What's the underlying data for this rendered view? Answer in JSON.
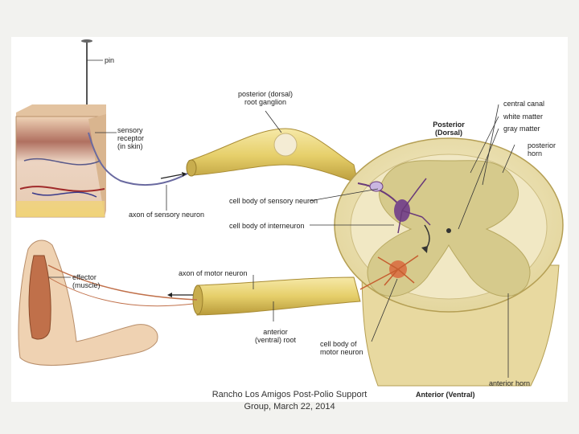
{
  "labels": {
    "pin": "pin",
    "sensory_receptor": "sensory\nreceptor\n(in skin)",
    "root_ganglion": "posterior (dorsal)\nroot ganglion",
    "axon_sensory": "axon of sensory neuron",
    "cell_body_sensory": "cell body of sensory neuron",
    "cell_body_interneuron": "cell body of interneuron",
    "effector": "effector\n(muscle)",
    "axon_motor": "axon of motor neuron",
    "anterior_root": "anterior\n(ventral) root",
    "cell_body_motor": "cell body of\nmotor neuron",
    "posterior_dorsal": "Posterior\n(Dorsal)",
    "central_canal": "central canal",
    "white_matter": "white matter",
    "gray_matter": "gray matter",
    "posterior_horn": "posterior\nhorn",
    "anterior_horn": "anterior horn",
    "anterior_ventral": "Anterior (Ventral)"
  },
  "footer": "Rancho Los Amigos Post-Polio Support\nGroup, March 22, 2014",
  "colors": {
    "nerve": "#e6cf6a",
    "cord_white": "#efe6bf",
    "gray_matter": "#d8cc92",
    "neuron_purple": "#7a4a8a",
    "neuron_orange": "#d9784a",
    "skin": "#e7c6a6",
    "muscle": "#c0704a"
  }
}
